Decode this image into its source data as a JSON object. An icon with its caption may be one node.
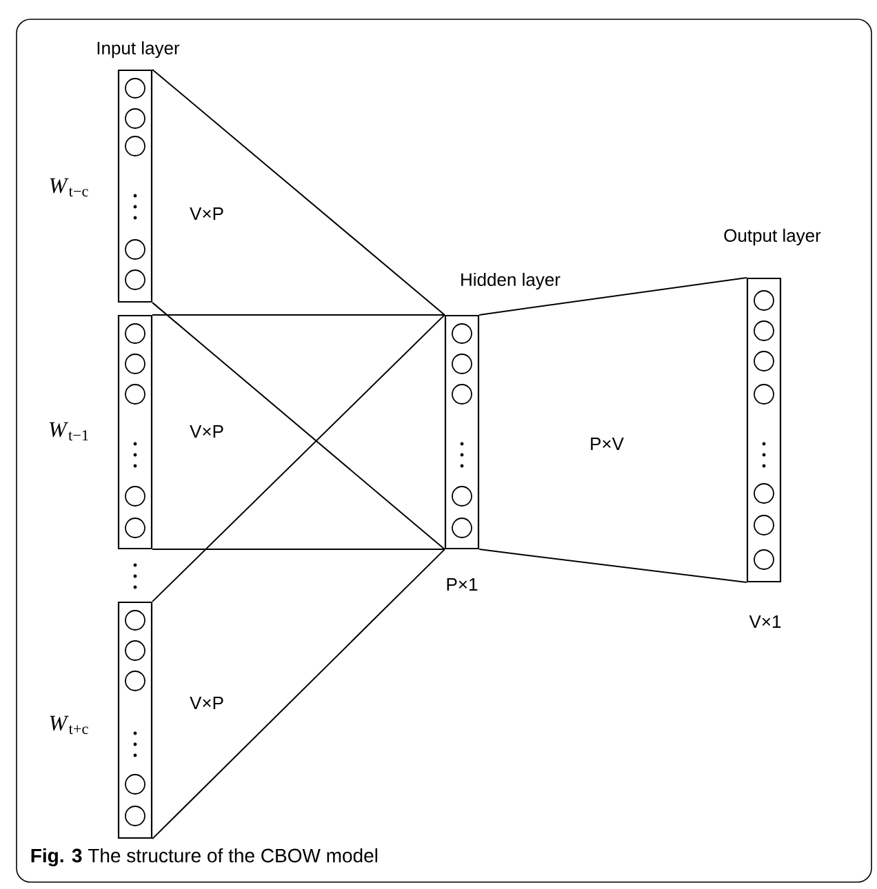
{
  "diagram": {
    "caption": "**Fig. 3** The structure of the CBOW model",
    "nodes": [
      {
        "text": [
          "Input layer"
        ],
        "beside": [
          "*W*$_{t−c}$"
        ]
      },
      {
        "text": [],
        "shape": "box",
        "beside": [
          "*W*$_{t−1}$"
        ]
      },
      {
        "text": [],
        "shape": "box",
        "beside": [
          "*W*$_{t+c}$"
        ]
      },
      {
        "text": [
          "Hidden layer"
        ],
        "beside": [
          "P×1"
        ]
      },
      {
        "text": [
          "Output layer"
        ],
        "beside": [
          "V×1"
        ]
      }
    ],
    "edges": [
      {
        "from": 0,
        "to": 3,
        "arrow": "none"
      },
      {
        "from": 0,
        "to": 3,
        "arrow": "none"
      },
      {
        "from": 1,
        "to": 3,
        "arrow": "none"
      },
      {
        "from": 1,
        "to": 3,
        "arrow": "none"
      },
      {
        "from": 2,
        "to": 3,
        "arrow": "none"
      },
      {
        "from": 2,
        "to": 3,
        "arrow": "none"
      },
      {
        "from": 3,
        "to": 4,
        "arrow": "none"
      },
      {
        "from": 3,
        "to": 4,
        "arrow": "none"
      }
    ],
    "labels": [
      "V×P",
      "V×P",
      "P×V",
      "V×P"
    ]
  }
}
